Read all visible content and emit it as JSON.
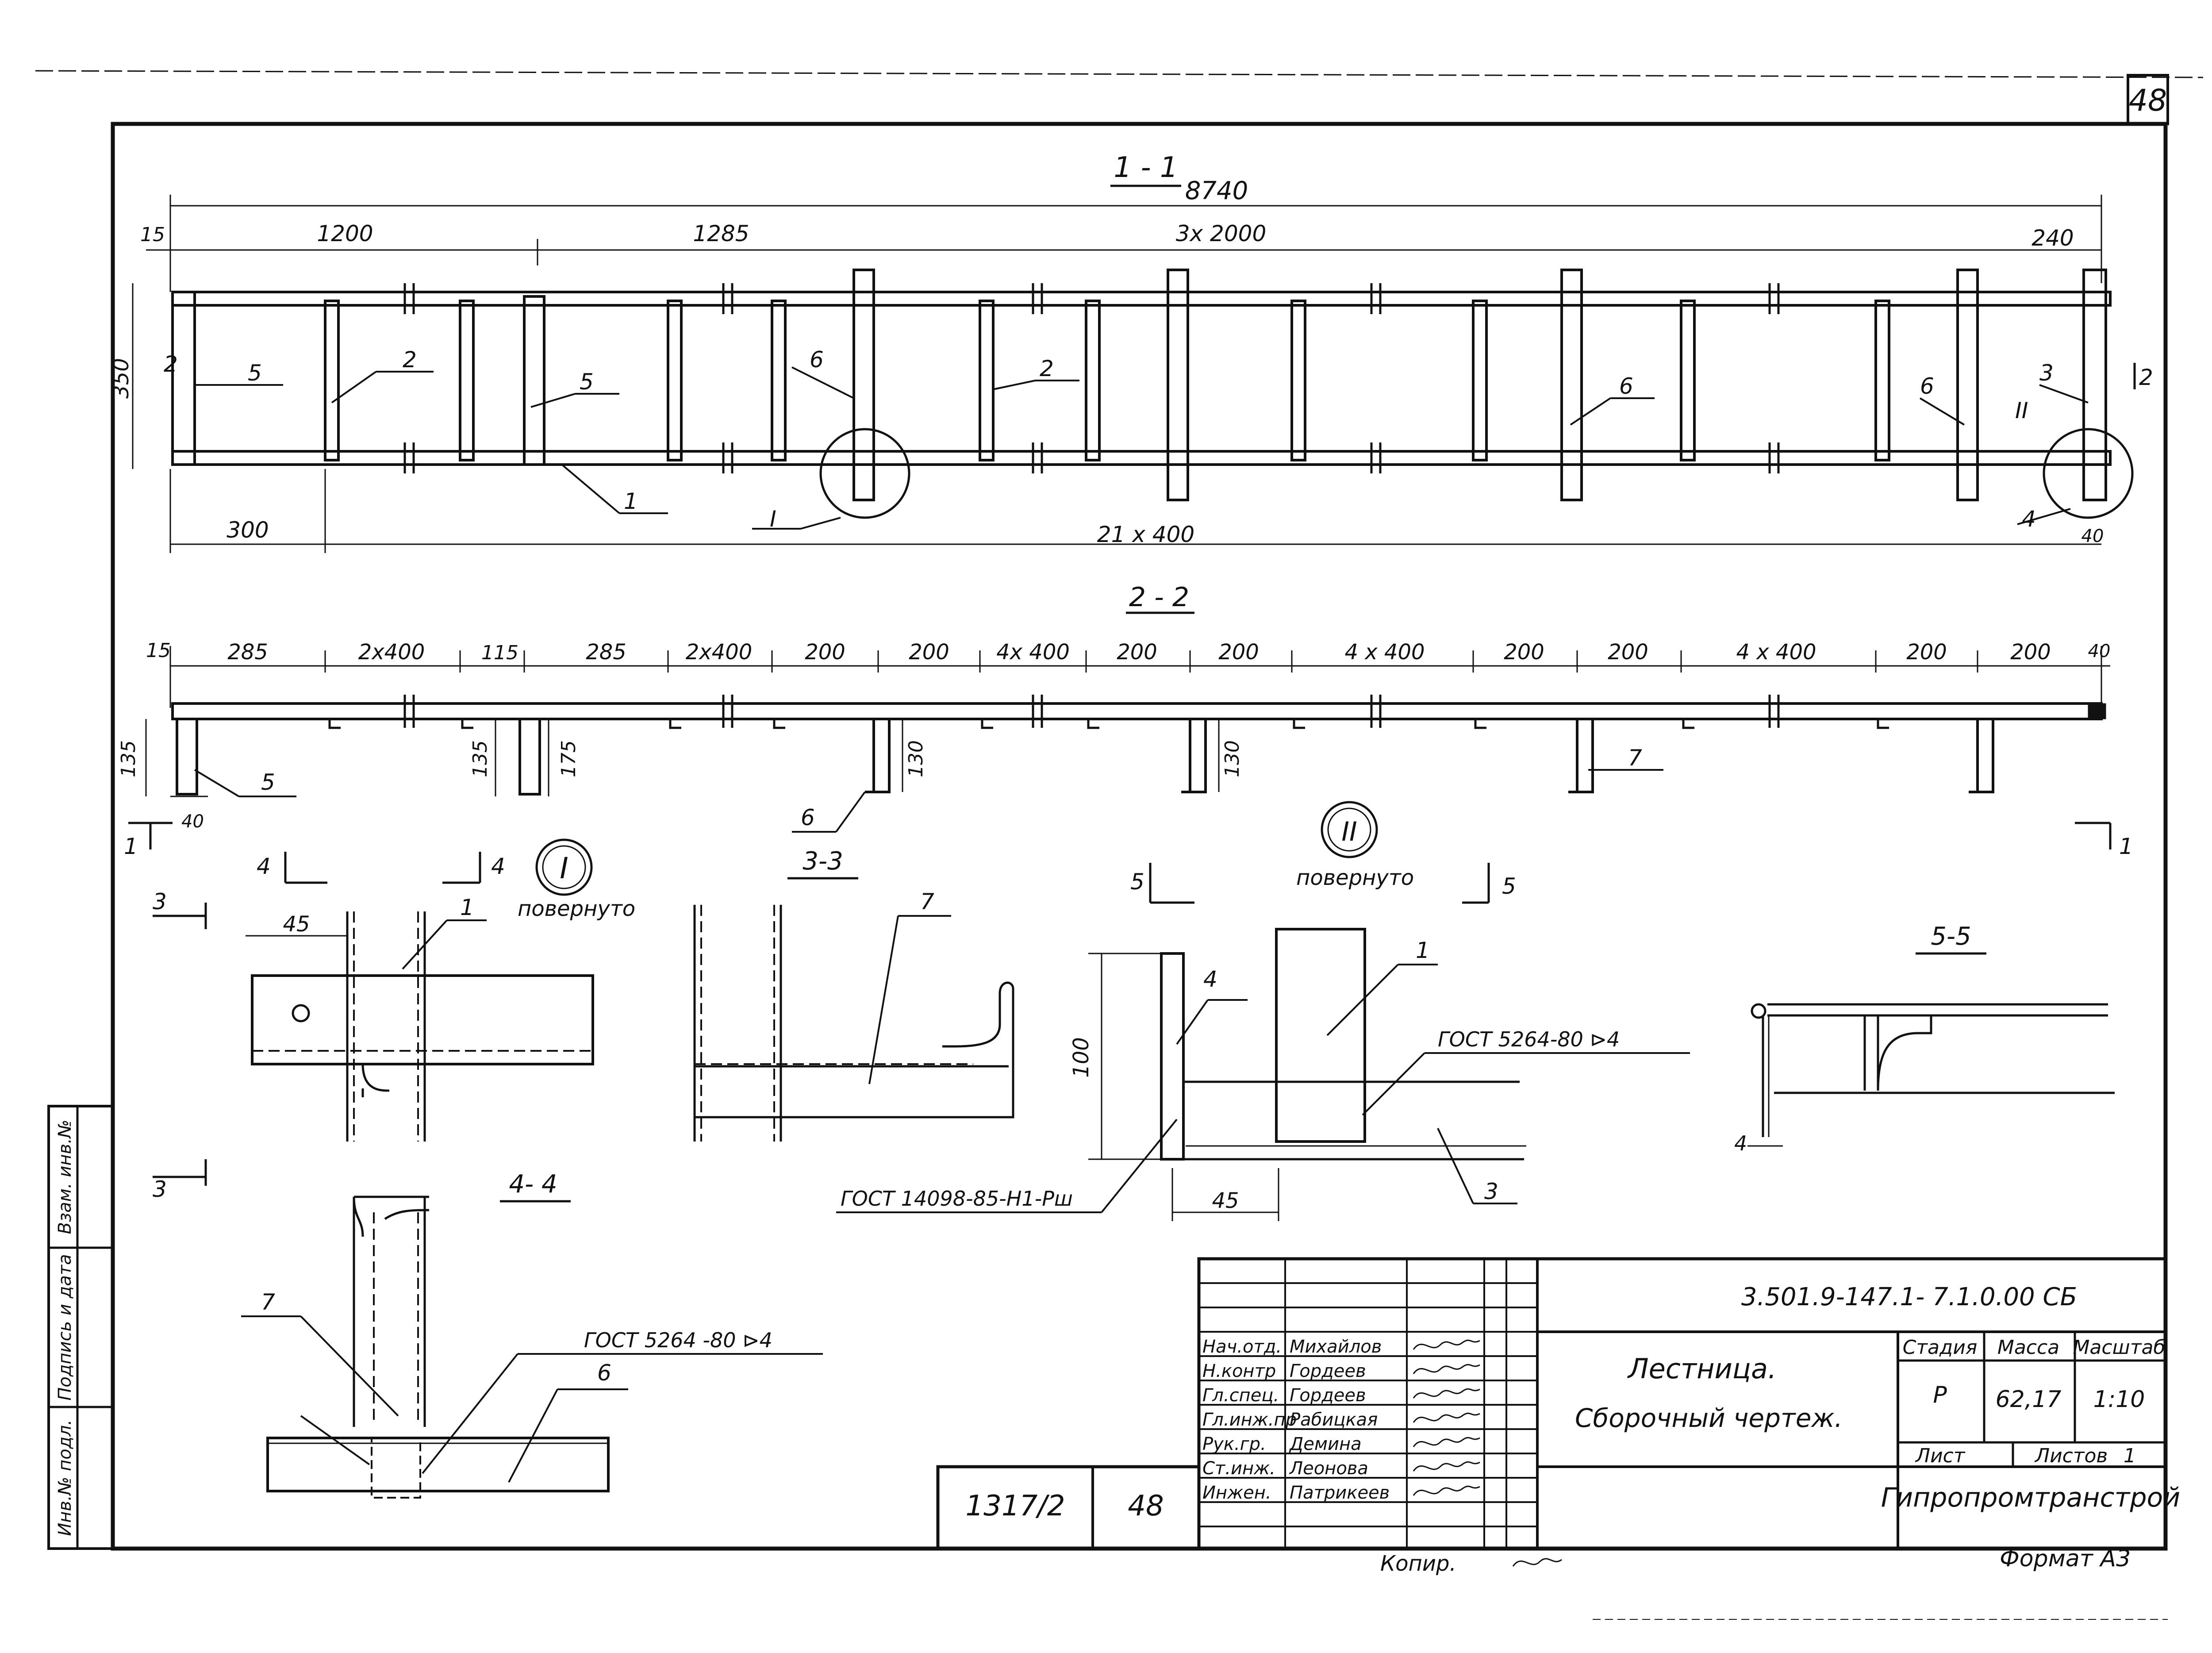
{
  "sheet_number": "48",
  "sections": {
    "s11": "1 - 1",
    "s22": "2 - 2",
    "s33": "3-3",
    "s44": "4- 4",
    "s55": "5-5"
  },
  "views": {
    "detail1": "I",
    "detail2": "II",
    "rotated": "повернуто"
  },
  "dims_11": {
    "total": "8740",
    "d15": "15",
    "d1200": "1200",
    "d1285": "1285",
    "d3x2000": "3x 2000",
    "d240": "240",
    "d350": "350",
    "d300": "300",
    "d21x400": "21 x 400",
    "d40": "40"
  },
  "dims_22": {
    "d15": "15",
    "d285a": "285",
    "d2x400a": "2x400",
    "d115": "115",
    "d285b": "285",
    "d2x400b": "2x400",
    "d200a": "200",
    "d200b": "200",
    "d4x400a": "4x 400",
    "d200c": "200",
    "d200d": "200",
    "d4x400b": "4 x 400",
    "d200e": "200",
    "d200f": "200",
    "d4x400c": "4 x 400",
    "d200g": "200",
    "d200h": "200",
    "d40": "40",
    "d135a": "135",
    "d40b": "40",
    "d135b": "135",
    "d175": "175",
    "d130a": "130",
    "d130b": "130"
  },
  "details": {
    "d45a": "45",
    "d100": "100",
    "d45b": "45",
    "d4": "4",
    "gost_weld1": "ГОСТ 5264-80 ⊳4",
    "gost_weld2": "ГОСТ 5264 -80 ⊳4",
    "gost_bolt": "ГОСТ 14098-85-Н1-Рш"
  },
  "marks": {
    "m1": "1",
    "m2": "2",
    "m3": "3",
    "m4": "4",
    "m5": "5",
    "m6": "6",
    "m7": "7",
    "cut2": "2",
    "cut1": "1",
    "cut3": "3",
    "cut4": "4",
    "cut5": "5"
  },
  "title_block": {
    "code": "3.501.9-147.1- 7.1.0.00 СБ",
    "name_line1": "Лестница.",
    "name_line2": "Сборочный чертеж.",
    "stage_h": "Стадия",
    "mass_h": "Масса",
    "scale_h": "Масштаб",
    "stage": "Р",
    "mass": "62,17",
    "scale": "1:10",
    "sheet_h": "Лист",
    "sheets_h": "Листов",
    "sheets": "1",
    "org": "Гипропромтранстрой",
    "format": "Формат А3",
    "copied": "Копир.",
    "album": "1317/2",
    "page": "48",
    "roles": [
      {
        "role": "Нач.отд.",
        "name": "Михайлов"
      },
      {
        "role": "Н.контр",
        "name": "Гордеев"
      },
      {
        "role": "Гл.спец.",
        "name": "Гордеев"
      },
      {
        "role": "Гл.инж.пр",
        "name": "Рабицкая"
      },
      {
        "role": "Рук.гр.",
        "name": "Демина"
      },
      {
        "role": "Ст.инж.",
        "name": "Леонова"
      },
      {
        "role": "Инжен.",
        "name": "Патрикеев"
      }
    ]
  },
  "side_stamp": {
    "f1": "Инв.№ подл.",
    "f2": "Подпись и дата",
    "f3": "Взам. инв.№"
  }
}
